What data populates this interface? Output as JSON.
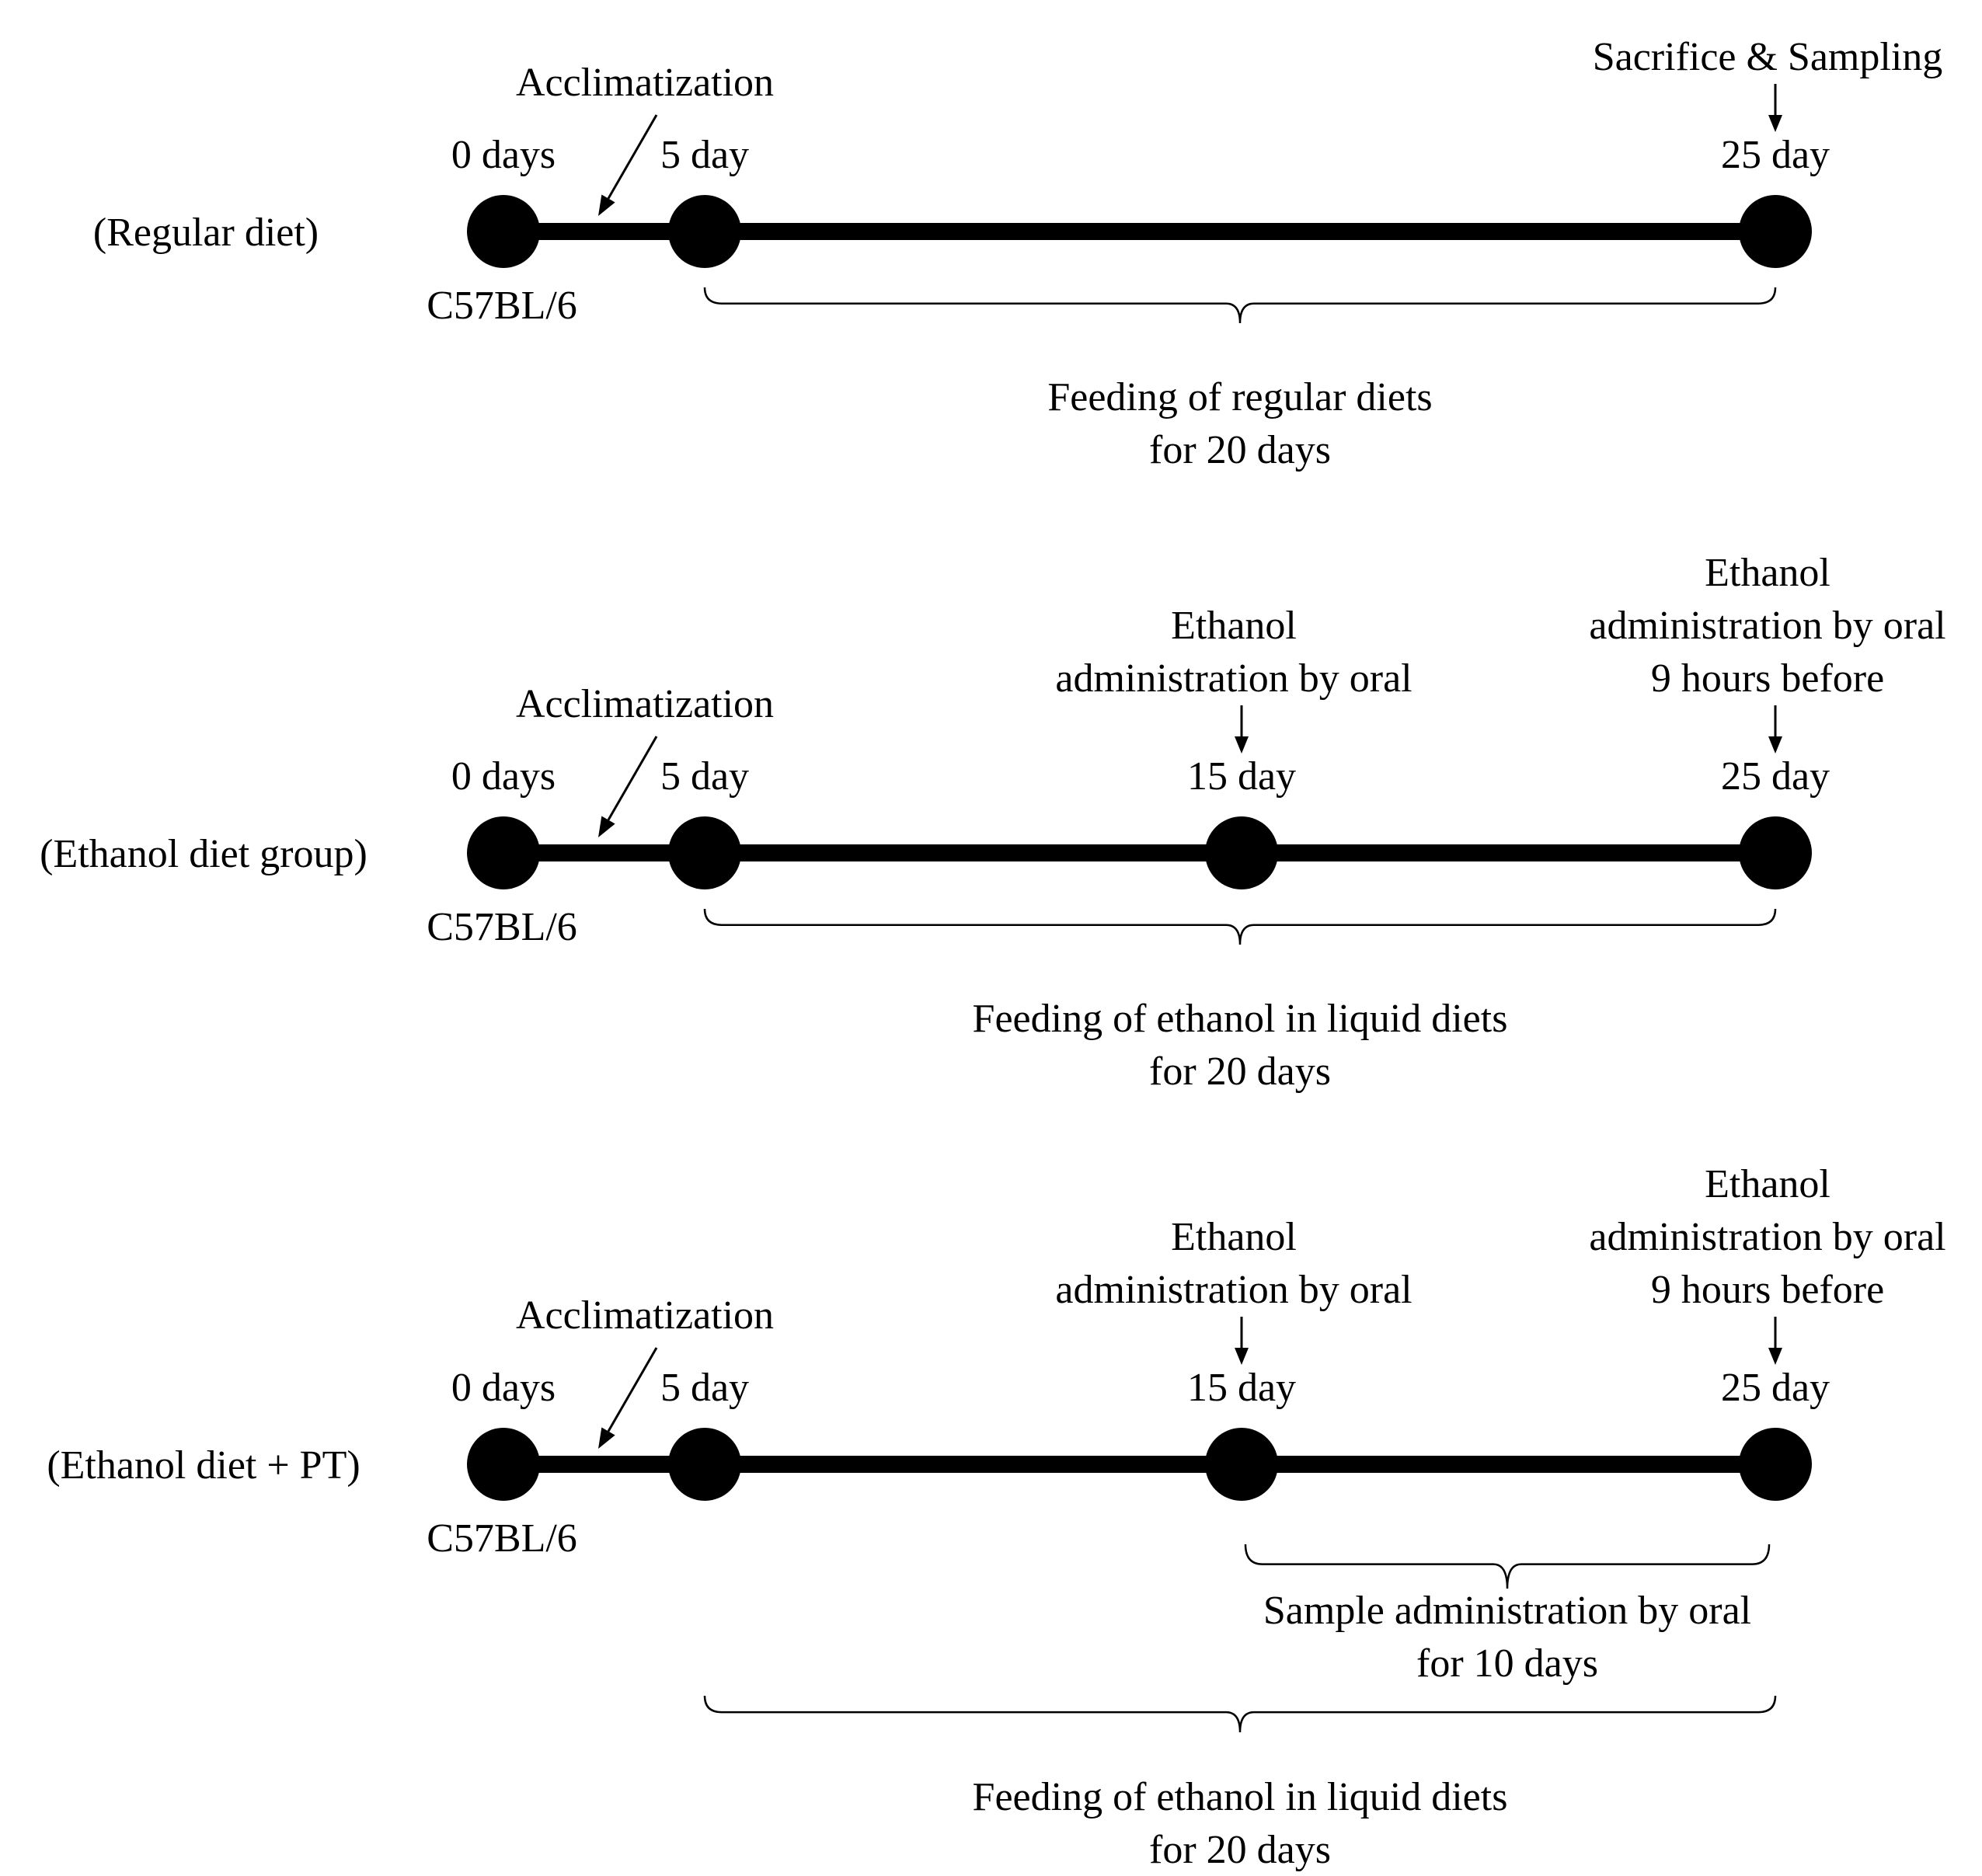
{
  "colors": {
    "ink": "#000000",
    "background": "#ffffff"
  },
  "groups": [
    {
      "label": "(Regular diet)",
      "strain": "C57BL/6",
      "acclimatization": "Acclimatization",
      "days": [
        {
          "day": 0,
          "label": "0 days"
        },
        {
          "day": 5,
          "label": "5 day"
        },
        {
          "day": 25,
          "label": "25 day",
          "annotation": [
            "Sacrifice & Sampling"
          ]
        }
      ],
      "braces": [
        {
          "from": 5,
          "to": 25,
          "text": [
            "Feeding of regular diets",
            "for 20 days"
          ]
        }
      ]
    },
    {
      "label": "(Ethanol diet group)",
      "strain": "C57BL/6",
      "acclimatization": "Acclimatization",
      "days": [
        {
          "day": 0,
          "label": "0 days"
        },
        {
          "day": 5,
          "label": "5 day"
        },
        {
          "day": 15,
          "label": "15 day",
          "annotation": [
            "Ethanol",
            "administration by oral"
          ]
        },
        {
          "day": 25,
          "label": "25 day",
          "annotation": [
            "Ethanol",
            "administration by oral",
            "9 hours before"
          ]
        }
      ],
      "braces": [
        {
          "from": 5,
          "to": 25,
          "text": [
            "Feeding of ethanol in liquid diets",
            "for 20 days"
          ]
        }
      ]
    },
    {
      "label": "(Ethanol diet + PT)",
      "strain": "C57BL/6",
      "acclimatization": "Acclimatization",
      "days": [
        {
          "day": 0,
          "label": "0 days"
        },
        {
          "day": 5,
          "label": "5 day"
        },
        {
          "day": 15,
          "label": "15 day",
          "annotation": [
            "Ethanol",
            "administration by oral"
          ]
        },
        {
          "day": 25,
          "label": "25 day",
          "annotation": [
            "Ethanol",
            "administration by oral",
            "9 hours before"
          ]
        }
      ],
      "braces": [
        {
          "from": 15,
          "to": 25,
          "text": [
            "Sample administration by oral",
            "for 10 days"
          ]
        },
        {
          "from": 5,
          "to": 25,
          "text": [
            "Feeding of ethanol in liquid diets",
            "for 20 days"
          ]
        }
      ]
    }
  ]
}
